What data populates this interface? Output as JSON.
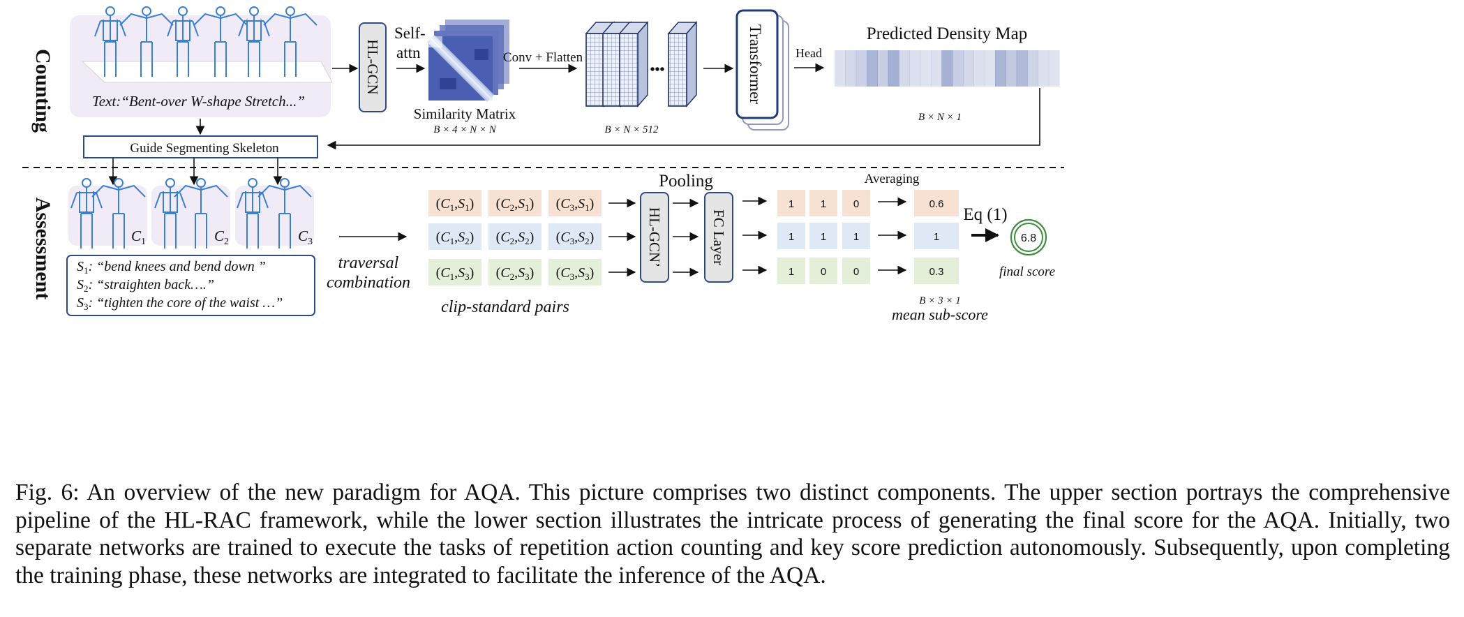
{
  "counting": {
    "section_label": "Counting",
    "text_prompt": "Text:“Bent-over W-shape Stretch...”",
    "hlgcn_label": "HL-GCN",
    "self_attn_line1": "Self-",
    "self_attn_line2": "attn",
    "similarity_label": "Similarity Matrix",
    "similarity_dim": "B × 4 × N × N",
    "conv_flatten": "Conv + Flatten",
    "ellipsis": "•••",
    "feature_dim": "B × N × 512",
    "transformer_label": "Transformer",
    "head_label": "Head",
    "density_title": "Predicted Density Map",
    "density_dim": "B × N × 1",
    "density_cells": [
      0.12,
      0.2,
      0.28,
      0.55,
      0.3,
      0.62,
      0.2,
      0.12,
      0.1,
      0.12,
      0.6,
      0.3,
      0.2,
      0.12,
      0.1,
      0.55,
      0.35,
      0.5,
      0.25,
      0.12,
      0.1
    ]
  },
  "guide": {
    "label": "Guide Segmenting Skeleton"
  },
  "assessment": {
    "section_label": "Assessment",
    "clips": [
      {
        "name": "C",
        "sub": "1"
      },
      {
        "name": "C",
        "sub": "2"
      },
      {
        "name": "C",
        "sub": "3"
      }
    ],
    "standards": [
      {
        "name": "S",
        "sub": "1",
        "text": ": “bend knees and bend down ”"
      },
      {
        "name": "S",
        "sub": "2",
        "text": ": “straighten back….”"
      },
      {
        "name": "S",
        "sub": "3",
        "text": ": “tighten the core of the waist …”"
      }
    ],
    "traversal_line1": "traversal",
    "traversal_line2": "combination",
    "pairs": [
      [
        "(C1,S1)",
        "(C2,S1)",
        "(C3,S1)"
      ],
      [
        "(C1,S2)",
        "(C2,S2)",
        "(C3,S2)"
      ],
      [
        "(C1,S3)",
        "(C2,S3)",
        "(C3,S3)"
      ]
    ],
    "pairs_caption": "clip-standard pairs",
    "pooling_label": "Pooling",
    "hlgcn2_label": "HL-GCN’",
    "fc_label": "FC Layer",
    "averaging_label": "Averaging",
    "binary_scores": [
      [
        "1",
        "1",
        "0"
      ],
      [
        "1",
        "1",
        "1"
      ],
      [
        "1",
        "0",
        "0"
      ]
    ],
    "mean_scores": [
      "0.6",
      "1",
      "0.3"
    ],
    "mean_dim": "B × 3 × 1",
    "mean_caption": "mean sub-score",
    "eq_label": "Eq (1)",
    "final_score": "6.8",
    "final_caption": "final score"
  },
  "colors": {
    "row_colors": [
      "#f7e1d3",
      "#dfe8f5",
      "#e3efd9"
    ],
    "panel_purple": "#f0ebf7",
    "box_blue": "#2f4a8a",
    "final_circle": "#3f8c3f"
  },
  "caption": "Fig. 6: An overview of the new paradigm for AQA. This picture comprises two distinct components. The upper section portrays the comprehensive pipeline of the HL-RAC framework, while the lower section illustrates the intricate process of generating the final score for the AQA. Initially, two separate networks are trained to execute the tasks of repetition action counting and key score prediction autonomously. Subsequently, upon completing the training phase, these networks are integrated to facilitate the inference of the AQA."
}
